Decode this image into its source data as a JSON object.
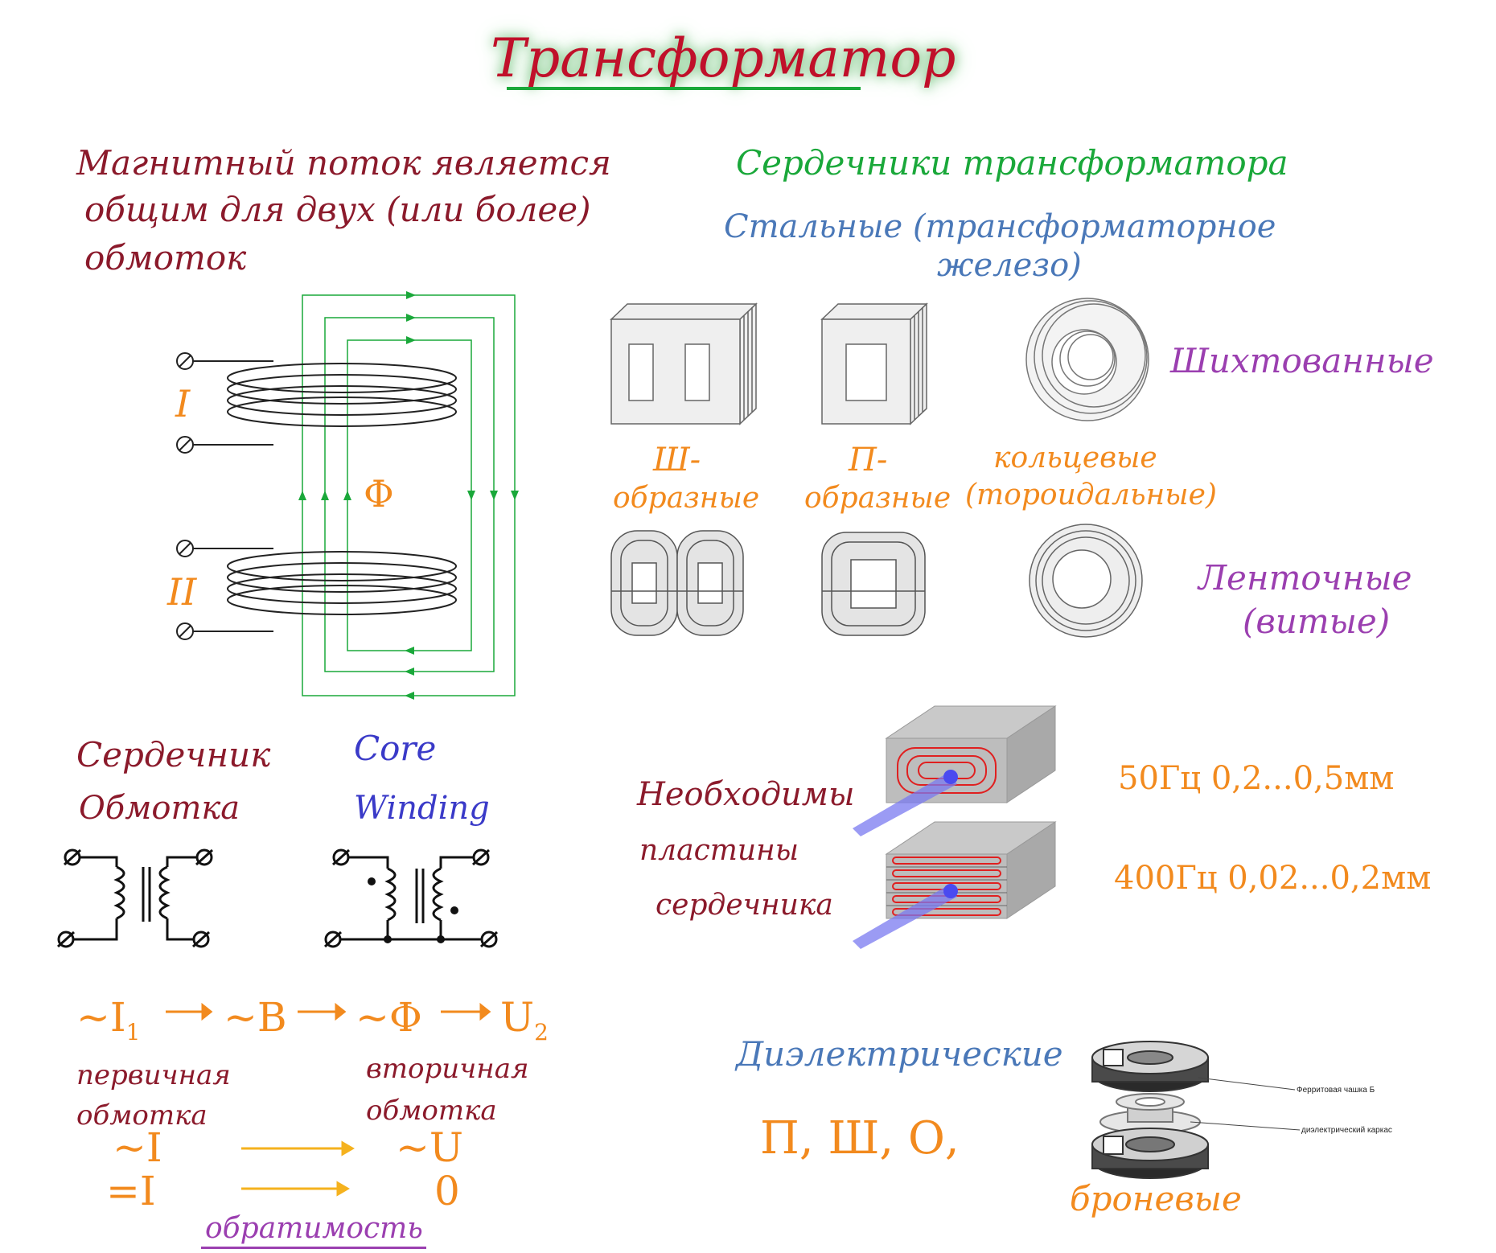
{
  "title": "Трансформатор",
  "intro": {
    "line1": "Магнитный поток является",
    "line2": "общим для двух (или более)",
    "line3": "обмоток"
  },
  "cores_header": "Сердечники трансформатора",
  "steel": {
    "line1": "Стальные (трансформаторное",
    "line2": "железо)"
  },
  "laminated_label": "Шихтованные",
  "shape_labels": {
    "sh_1": "Ш-",
    "sh_2": "образные",
    "p_1": "П-",
    "p_2": "образные",
    "ring_1": "кольцевые",
    "ring_2": "(тороидальные)"
  },
  "tape_label": {
    "line1": "Ленточные",
    "line2": "(витые)"
  },
  "coil_diagram": {
    "winding_1": "I",
    "winding_2": "II",
    "flux": "Φ"
  },
  "glossary": {
    "core_ru": "Сердечник",
    "core_en": "Core",
    "winding_ru": "Обмотка",
    "winding_en": "Winding"
  },
  "plates": {
    "line1": "Необходимы",
    "line2": "пластины",
    "line3": "сердечника",
    "freq_50": "50Гц  0,2...0,5мм",
    "freq_400": "400Гц  0,02...0,2мм"
  },
  "chain": {
    "i1": "~I",
    "i1_sub": "1",
    "b": "~B",
    "phi": "~Φ",
    "u2": "U",
    "u2_sub": "2",
    "primary_1": "первичная",
    "primary_2": "обмотка",
    "secondary_1": "вторичная",
    "secondary_2": "обмотка",
    "ac_i": "~I",
    "ac_u": "~U",
    "dc_i": "=I",
    "dc_u": "0",
    "reversibility": "обратимость"
  },
  "dielectric": {
    "header": "Диэлектрические",
    "shapes": "П, Ш, О,",
    "ferrite_cup": "Ферритовая чашка Б",
    "dielectric_frame": "диэлектрический каркас",
    "armored": "броневые"
  },
  "colors": {
    "maroon": "#8b1a2b",
    "green": "#1aa83a",
    "blue": "#4a78b8",
    "purple": "#9b3fb0",
    "orange": "#f28a1e",
    "indigo": "#3a3ac8",
    "arrow_yellow": "#f5b21e",
    "eddy_red": "#e02020"
  }
}
